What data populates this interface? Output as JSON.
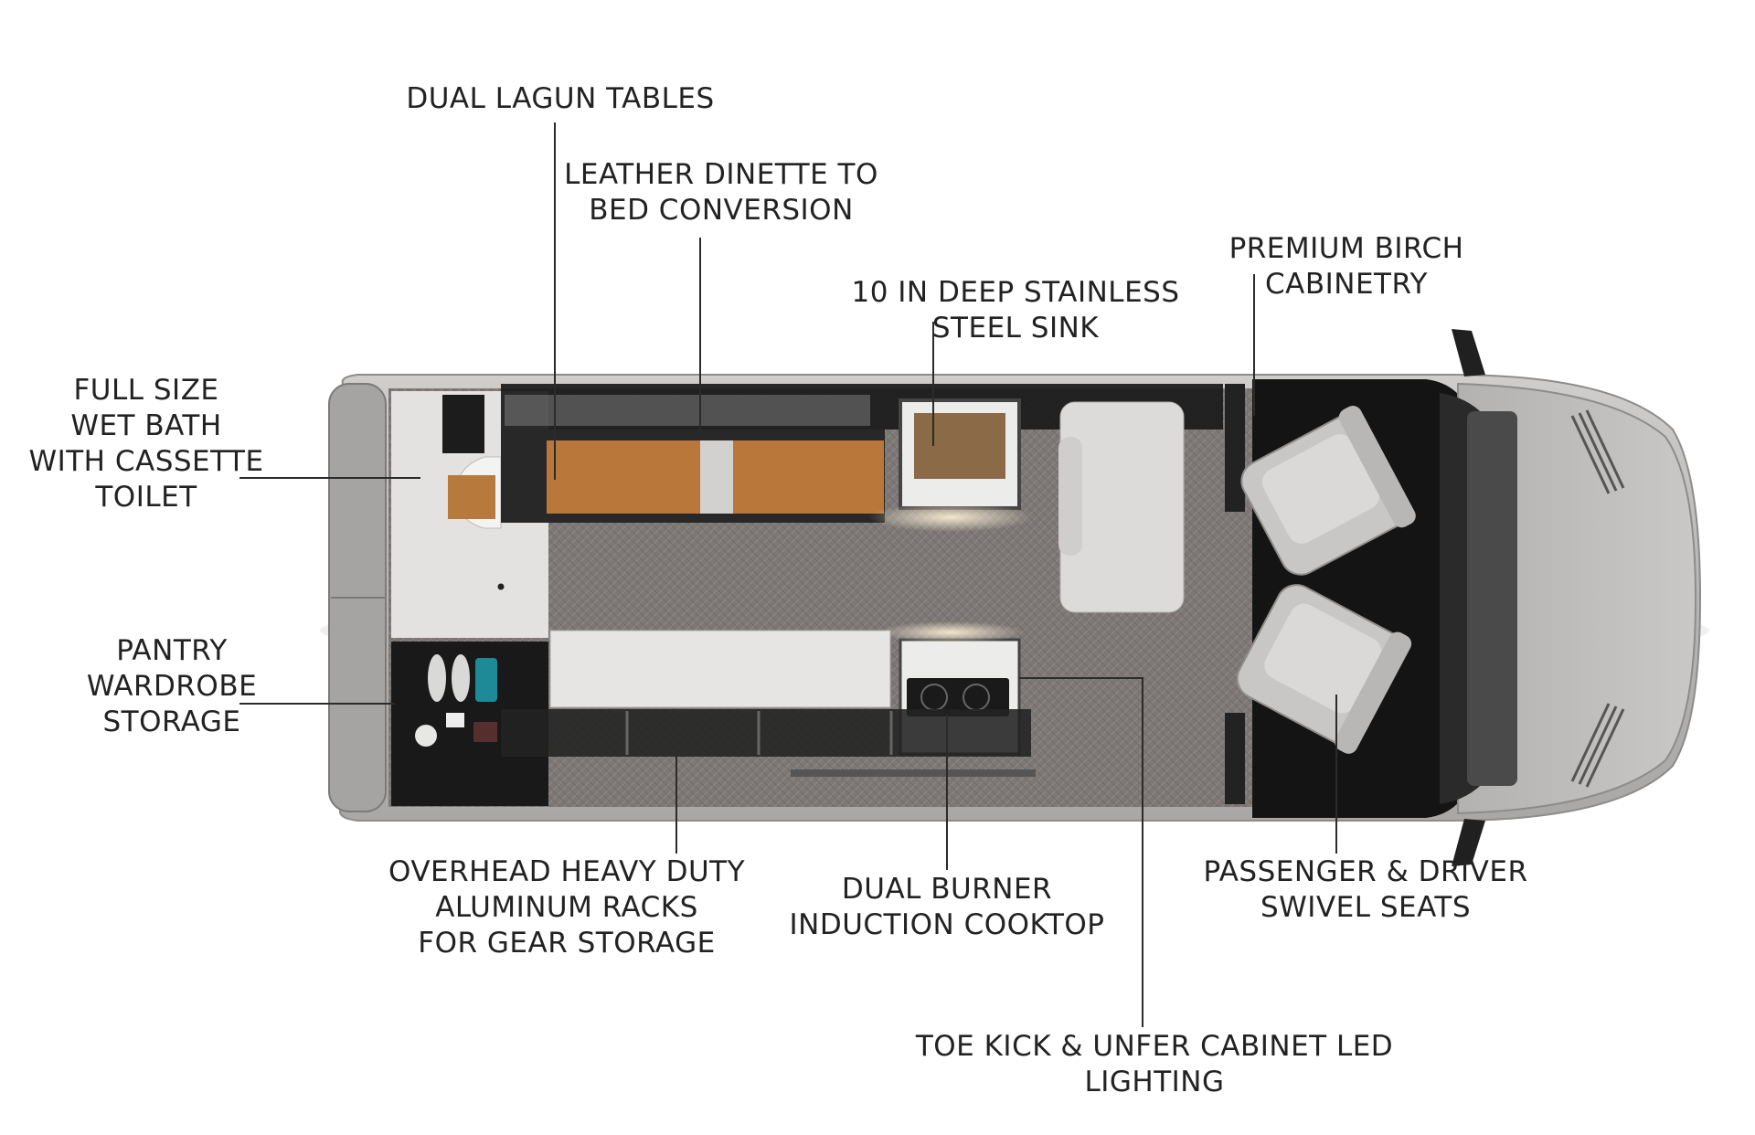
{
  "diagram": {
    "callouts": [
      {
        "id": "dual-lagun-tables",
        "lines": [
          "DUAL LAGUN TABLES"
        ]
      },
      {
        "id": "leather-dinette",
        "lines": [
          "LEATHER DINETTE TO",
          "BED CONVERSION"
        ]
      },
      {
        "id": "stainless-sink",
        "lines": [
          "10 IN DEEP STAINLESS",
          "STEEL SINK"
        ]
      },
      {
        "id": "birch-cabinetry",
        "lines": [
          "PREMIUM BIRCH",
          "CABINETRY"
        ]
      },
      {
        "id": "wet-bath",
        "lines": [
          "FULL SIZE",
          "WET BATH",
          "WITH CASSETTE",
          "TOILET"
        ]
      },
      {
        "id": "pantry-wardrobe",
        "lines": [
          "PANTRY",
          "WARDROBE",
          "STORAGE"
        ]
      },
      {
        "id": "overhead-racks",
        "lines": [
          "OVERHEAD HEAVY DUTY",
          "ALUMINUM RACKS",
          "FOR GEAR STORAGE"
        ]
      },
      {
        "id": "induction-cooktop",
        "lines": [
          "DUAL BURNER",
          "INDUCTION COOKTOP"
        ]
      },
      {
        "id": "swivel-seats",
        "lines": [
          "PASSENGER & DRIVER",
          "SWIVEL SEATS"
        ]
      },
      {
        "id": "led-lighting",
        "lines": [
          "TOE KICK & UNFER CABINET LED",
          "LIGHTING"
        ]
      }
    ],
    "colors": {
      "text": "#222222",
      "body": "#bdbcba",
      "floor": "#7b7775",
      "wood": "#b9773a",
      "cab": "#121212",
      "upholstery": "#d9d8d6",
      "counter": "#e9e8e6"
    }
  }
}
